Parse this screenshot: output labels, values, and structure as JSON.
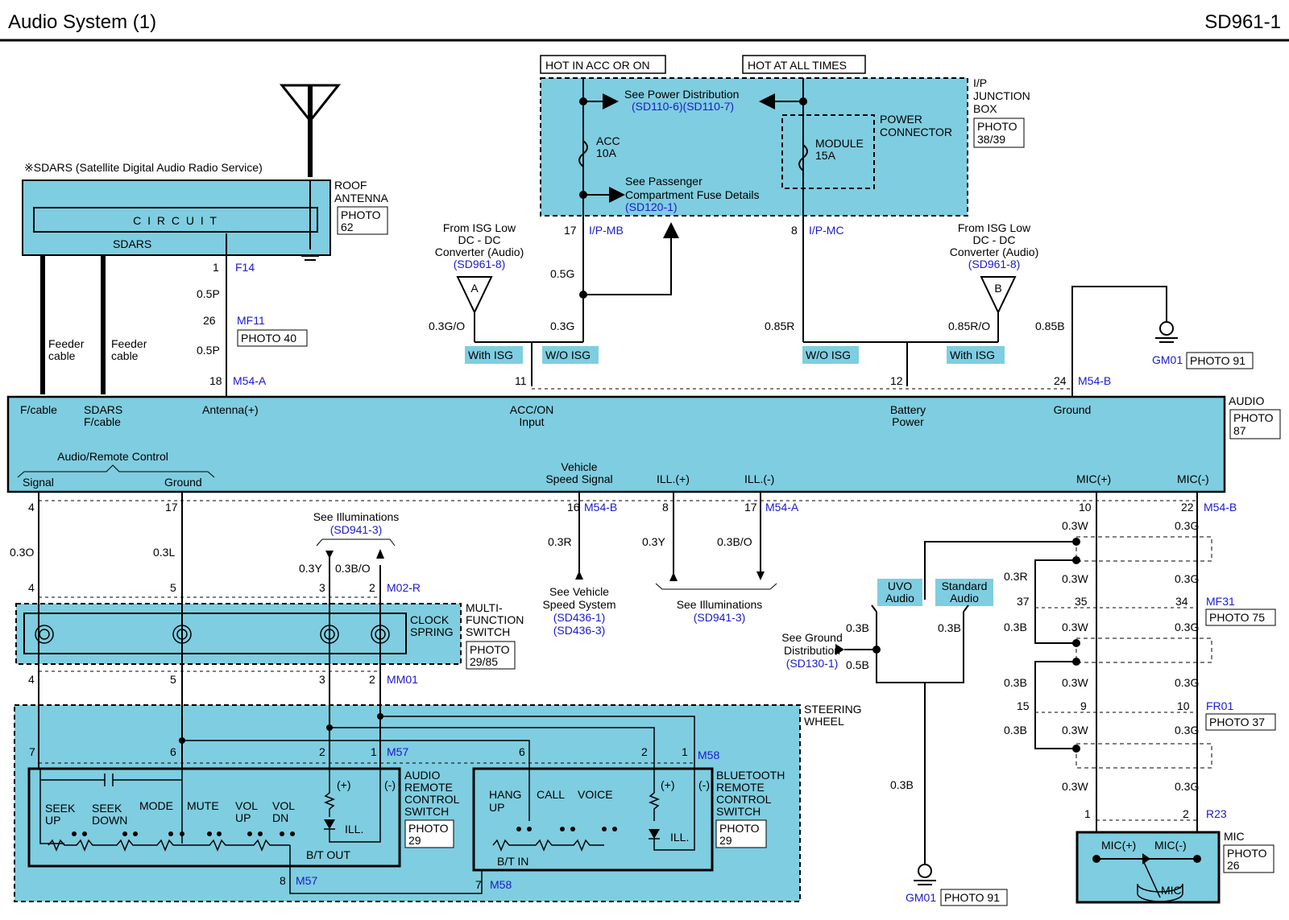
{
  "header": {
    "title": "Audio System (1)",
    "code": "SD961-1"
  },
  "notes": {
    "hot_acc": "HOT IN ACC OR ON",
    "hot_all": "HOT AT ALL TIMES",
    "sdars_note": "※SDARS (Satellite Digital Audio Radio Service)",
    "see_power": "See Power Distribution",
    "see_power_ref": "(SD110-6)(SD110-7)",
    "see_pass_1": "See Passenger",
    "see_pass_2": "Compartment Fuse Details",
    "see_pass_ref": "(SD120-1)"
  },
  "junction": {
    "l1": "I/P",
    "l2": "JUNCTION",
    "l3": "BOX",
    "photo1": "PHOTO",
    "photo2": "38/39",
    "fuse_acc_1": "ACC",
    "fuse_acc_2": "10A",
    "fuse_mod_1": "MODULE",
    "fuse_mod_2": "15A",
    "pc1": "POWER",
    "pc2": "CONNECTOR",
    "pin17": "17",
    "conn_mb": "I/P-MB",
    "pin8": "8",
    "conn_mc": "I/P-MC"
  },
  "antenna": {
    "roof1": "ROOF",
    "roof2": "ANTENNA",
    "photo1": "PHOTO",
    "photo2": "62",
    "circuit": "C I R C U I T",
    "sdars": "SDARS",
    "feeder1": "Feeder",
    "feeder2": "cable",
    "pin1": "1",
    "f14": "F14",
    "w1": "0.5P",
    "pin26": "26",
    "mf11": "MF11",
    "photo40": "PHOTO 40",
    "w2": "0.5P",
    "pin18": "18",
    "m54a": "M54-A"
  },
  "isg": {
    "from1": "From ISG Low",
    "from2": "DC - DC",
    "from3": "Converter (Audio)",
    "ref": "(SD961-8)",
    "a": "A",
    "b": "B",
    "with_isg": "With ISG",
    "wo_isg": "W/O ISG",
    "w_03go": "0.3G/O",
    "w_03g": "0.3G",
    "w_05g": "0.5G",
    "w_085r": "0.85R",
    "w_085ro": "0.85R/O",
    "w_085b": "0.85B",
    "pin11": "11",
    "pin12": "12",
    "pin24": "24",
    "m54b": "M54-B",
    "gm01": "GM01",
    "photo91": "PHOTO 91"
  },
  "audio": {
    "name": "AUDIO",
    "photo1": "PHOTO",
    "photo2": "87",
    "fcable": "F/cable",
    "sdars1": "SDARS",
    "sdars2": "F/cable",
    "antenna": "Antenna(+)",
    "acc1": "ACC/ON",
    "acc2": "Input",
    "bat1": "Battery",
    "bat2": "Power",
    "ground": "Ground",
    "arc": "Audio/Remote Control",
    "signal": "Signal",
    "gnd2": "Ground",
    "vss1": "Vehicle",
    "vss2": "Speed Signal",
    "illp": "ILL.(+)",
    "illm": "ILL.(-)",
    "micp": "MIC(+)",
    "micm": "MIC(-)"
  },
  "lower": {
    "p4": "4",
    "p17": "17",
    "w03o": "0.3O",
    "w03l": "0.3L",
    "see_ill": "See Illuminations",
    "ill_ref": "(SD941-3)",
    "w03y": "0.3Y",
    "w03bo": "0.3B/O",
    "p3": "3",
    "p2": "2",
    "m02r": "M02-R",
    "p5": "5",
    "p16": "16",
    "m54b": "M54-B",
    "w03r": "0.3R",
    "see_vss1": "See Vehicle",
    "see_vss2": "Speed System",
    "vss_ref1": "(SD436-1)",
    "vss_ref2": "(SD436-3)",
    "p8": "8",
    "p17b": "17",
    "m54a": "M54-A",
    "clock1": "CLOCK",
    "clock2": "SPRING",
    "mfs1": "MULTI-",
    "mfs2": "FUNCTION",
    "mfs3": "SWITCH",
    "mfs_photo1": "PHOTO",
    "mfs_photo2": "29/85",
    "mm01": "MM01",
    "sw1": "STEERING",
    "sw2": "WHEEL",
    "p7": "7",
    "p6": "6",
    "p1": "1",
    "m57": "M57",
    "m58": "M58",
    "arcs1": "AUDIO",
    "arcs2": "REMOTE",
    "arcs3": "CONTROL",
    "arcs4": "SWITCH",
    "arcs_photo1": "PHOTO",
    "arcs_photo2": "29",
    "btrcs1": "BLUETOOTH",
    "btrcs2": "REMOTE",
    "btrcs3": "CONTROL",
    "btrcs4": "SWITCH",
    "bt_photo1": "PHOTO",
    "bt_photo2": "29",
    "seek1": "SEEK",
    "up": "UP",
    "down": "DOWN",
    "mode": "MODE",
    "mute": "MUTE",
    "vol": "VOL",
    "dn": "DN",
    "plus": "(+)",
    "minus": "(-)",
    "ill": "ILL.",
    "btout": "B/T OUT",
    "btin": "B/T IN",
    "hang": "HANG",
    "call": "CALL",
    "voice": "VOICE"
  },
  "right": {
    "w03w": "0.3W",
    "w03g": "0.3G",
    "w03r": "0.3R",
    "w03b": "0.3B",
    "w05b": "0.5B",
    "p10": "10",
    "p22": "22",
    "m54b": "M54-B",
    "p37": "37",
    "p35": "35",
    "p34": "34",
    "mf31": "MF31",
    "photo75": "PHOTO 75",
    "p15": "15",
    "p9": "9",
    "p10b": "10",
    "fr01": "FR01",
    "photo37": "PHOTO 37",
    "p1": "1",
    "p2": "2",
    "r23": "R23",
    "mic": "MIC",
    "micp": "MIC(+)",
    "micm": "MIC(-)",
    "mic_photo1": "PHOTO",
    "mic_photo2": "26",
    "uvo1": "UVO",
    "uvo2": "Audio",
    "std1": "Standard",
    "std2": "Audio",
    "sgd1": "See Ground",
    "sgd2": "Distribution",
    "sgd_ref": "(SD130-1)",
    "gm01": "GM01",
    "photo91": "PHOTO 91"
  },
  "colors": {
    "fill": "#7fcde0",
    "link": "#1a1ad0",
    "line": "#000000"
  }
}
